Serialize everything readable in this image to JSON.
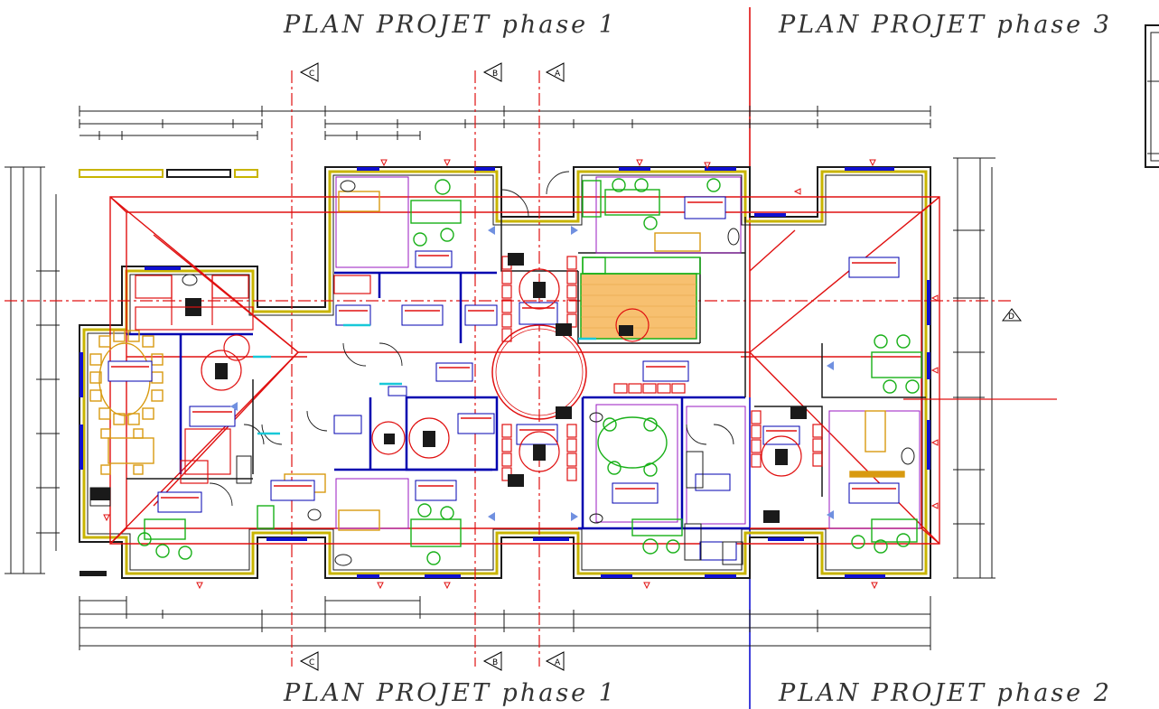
{
  "titles": {
    "top_left": "PLAN PROJET phase 1",
    "top_right": "PLAN PROJET phase 3",
    "bottom_left": "PLAN PROJET phase 1",
    "bottom_right": "PLAN PROJET phase 2"
  },
  "section_markers": {
    "C": "C",
    "B": "B",
    "A": "A",
    "D": "D"
  },
  "colors": {
    "wall": "#1a1a1a",
    "wall_fill": "#c8b400",
    "axis_red": "#e01010",
    "axis_blue": "#1010d0",
    "partition_blue": "#0000b0",
    "furniture_green": "#18b018",
    "furniture_orange": "#d89a10",
    "cad_purple": "#9a18c0",
    "floor_hatch": "#f0b040"
  }
}
